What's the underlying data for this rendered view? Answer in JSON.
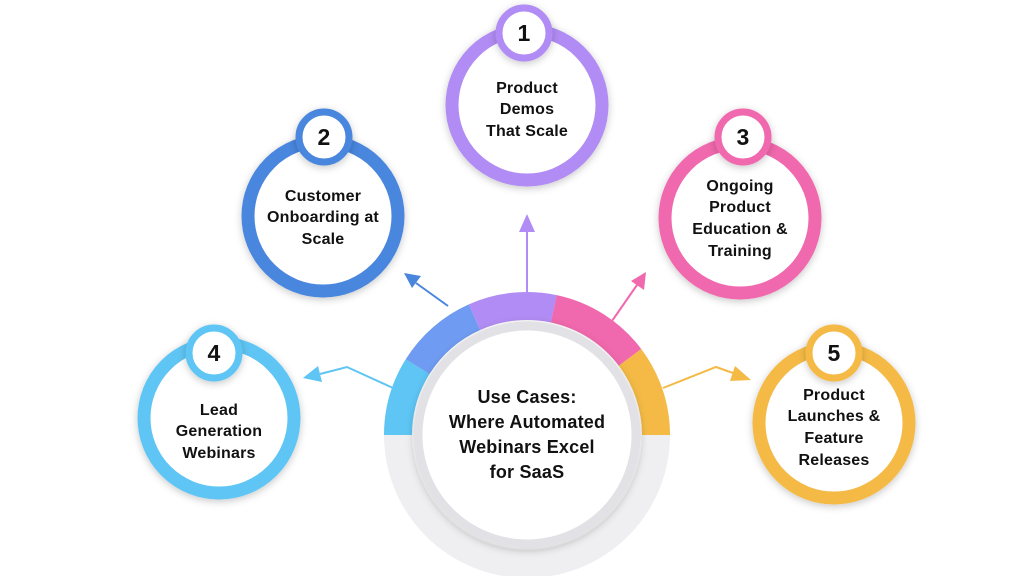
{
  "center": {
    "lines": [
      "Use Cases:",
      "Where Automated",
      "Webinars Excel",
      "for SaaS"
    ]
  },
  "items": [
    {
      "number": "1",
      "lines": [
        "Product",
        "Demos",
        "That Scale"
      ],
      "color": "#b18cf4"
    },
    {
      "number": "2",
      "lines": [
        "Customer",
        "Onboarding at",
        "Scale"
      ],
      "color": "#4a86dd"
    },
    {
      "number": "3",
      "lines": [
        "Ongoing",
        "Product",
        "Education &",
        "Training"
      ],
      "color": "#f068ad"
    },
    {
      "number": "4",
      "lines": [
        "Lead",
        "Generation",
        "Webinars"
      ],
      "color": "#5ec5f4"
    },
    {
      "number": "5",
      "lines": [
        "Product",
        "Launches &",
        "Feature",
        "Releases"
      ],
      "color": "#f4ba45"
    }
  ],
  "colors": {
    "ring_base": "#efeff2",
    "arc_blue_mid": "#6f9cf2",
    "disc_border": "#e2e2e6"
  }
}
